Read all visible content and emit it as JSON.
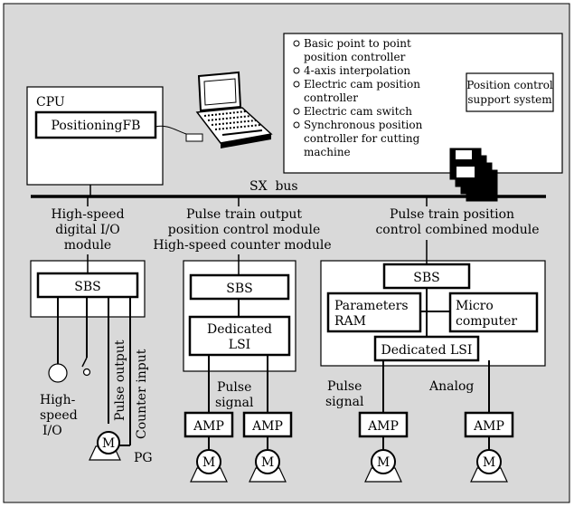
{
  "colors": {
    "panel": "#d9d9d9",
    "box_fill": "#ffffff",
    "line": "#000000"
  },
  "cpu": {
    "label": "CPU",
    "fb_label": "PositioningFB"
  },
  "features": [
    "Basic point to point",
    "position controller",
    "4-axis interpolation",
    "Electric cam position",
    "controller",
    "Electric cam switch",
    "Synchronous position",
    "controller for cutting",
    "machine"
  ],
  "support_system": {
    "line1": "Position control",
    "line2": "support system"
  },
  "bus_label": "SX  bus",
  "modules": {
    "digital_io": {
      "title_lines": [
        "High-speed",
        "digital I/O",
        "module"
      ],
      "sbs": "SBS",
      "io_label_lines": [
        "High-",
        "speed",
        "I/O"
      ],
      "pulse_output": "Pulse output",
      "counter_input": "Counter input",
      "motor": "M",
      "pg": "PG"
    },
    "pulse_train": {
      "title_lines": [
        "Pulse train output",
        "position control module",
        "High-speed counter module"
      ],
      "sbs": "SBS",
      "lsi_lines": [
        "Dedicated",
        "LSI"
      ],
      "signal_lines": [
        "Pulse",
        "signal"
      ],
      "amp": "AMP",
      "motor": "M"
    },
    "combined": {
      "title_lines": [
        "Pulse train position",
        "control combined module"
      ],
      "sbs": "SBS",
      "param_lines": [
        "Parameters",
        "RAM"
      ],
      "micro_lines": [
        "Micro",
        "computer"
      ],
      "lsi": "Dedicated LSI",
      "signal_lines": [
        "Pulse",
        "signal"
      ],
      "analog": "Analog",
      "amp": "AMP",
      "motor": "M"
    }
  }
}
